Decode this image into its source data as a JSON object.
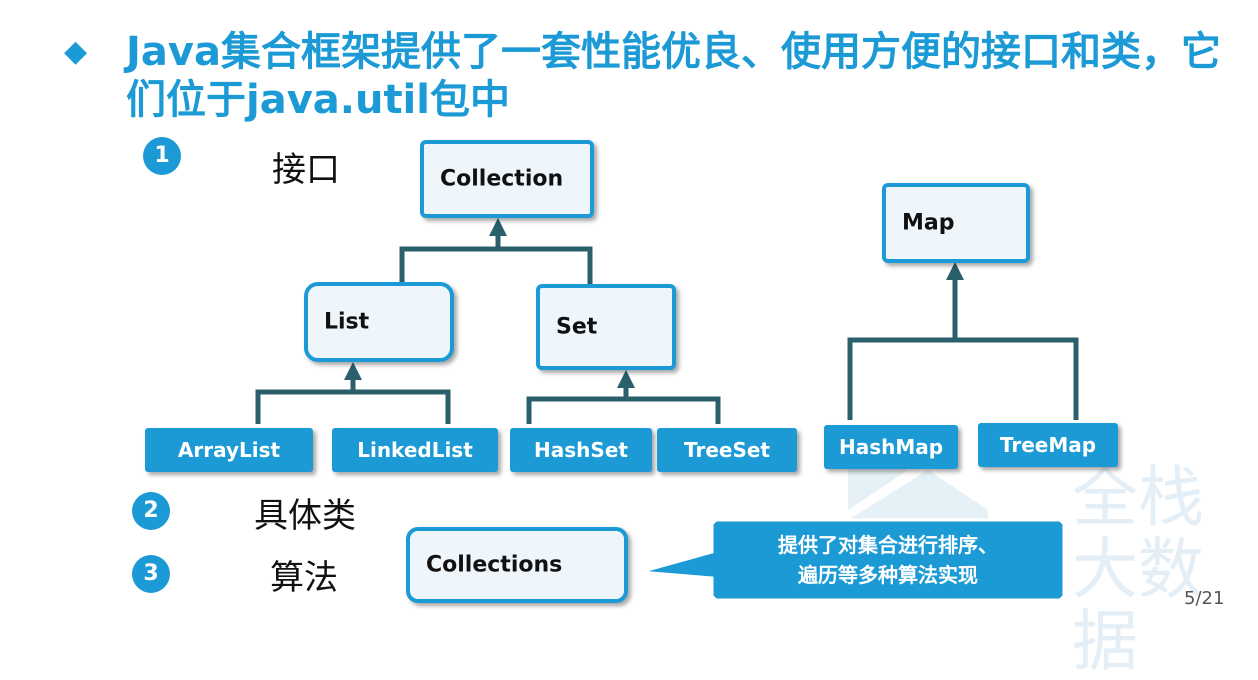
{
  "title": {
    "bullet": "◆",
    "text": "Java集合框架提供了一套性能优良、使用方便的接口和类，它们位于java.util包中"
  },
  "sections": [
    {
      "number": "1",
      "label": "接口"
    },
    {
      "number": "2",
      "label": "具体类"
    },
    {
      "number": "3",
      "label": "算法"
    }
  ],
  "interfaces": {
    "collection": "Collection",
    "list": "List",
    "set": "Set",
    "map": "Map"
  },
  "classes": {
    "arraylist": "ArrayList",
    "linkedlist": "LinkedList",
    "hashset": "HashSet",
    "treeset": "TreeSet",
    "hashmap": "HashMap",
    "treemap": "TreeMap"
  },
  "algorithm": {
    "box": "Collections",
    "callout_line1": "提供了对集合进行排序、",
    "callout_line2": "遍历等多种算法实现"
  },
  "watermark": {
    "line1": "全栈",
    "line2": "大数据"
  },
  "page": "5/21",
  "colors": {
    "accent": "#1c9ad6",
    "connector": "#2b5f6b",
    "interface_fill": "#eef6fc"
  }
}
